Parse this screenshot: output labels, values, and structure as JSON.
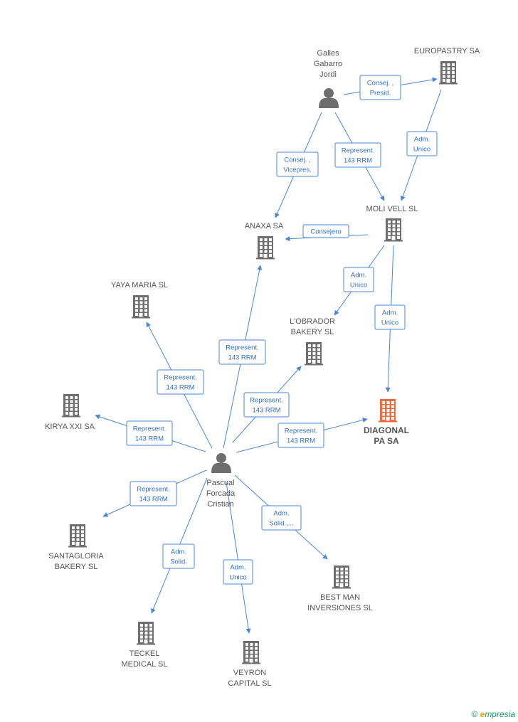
{
  "colors": {
    "edge": "#4a86d8",
    "company": "#6e6e6e",
    "target": "#f26b3a",
    "person": "#6e6e6e"
  },
  "nodes": [
    {
      "id": "galles",
      "type": "person",
      "lines": [
        "Galles",
        "Gabarro",
        "Jordi"
      ]
    },
    {
      "id": "europastry",
      "type": "company",
      "lines": [
        "EUROPASTRY SA"
      ]
    },
    {
      "id": "molivell",
      "type": "company",
      "lines": [
        "MOLI VELL SL"
      ]
    },
    {
      "id": "anaxa",
      "type": "company",
      "lines": [
        "ANAXA SA"
      ]
    },
    {
      "id": "yaya",
      "type": "company",
      "lines": [
        "YAYA MARIA SL"
      ]
    },
    {
      "id": "lobrador",
      "type": "company",
      "lines": [
        "L'OBRADOR",
        "BAKERY  SL"
      ]
    },
    {
      "id": "diagonal",
      "type": "target",
      "lines": [
        "DIAGONAL",
        "PA SA"
      ]
    },
    {
      "id": "kirya",
      "type": "company",
      "lines": [
        "KIRYA XXI SA"
      ]
    },
    {
      "id": "pascual",
      "type": "person",
      "lines": [
        "Pascual",
        "Forcada",
        "Cristian"
      ]
    },
    {
      "id": "santagloria",
      "type": "company",
      "lines": [
        "SANTAGLORIA",
        "BAKERY  SL"
      ]
    },
    {
      "id": "bestman",
      "type": "company",
      "lines": [
        "BEST MAN",
        "INVERSIONES SL"
      ]
    },
    {
      "id": "teckel",
      "type": "company",
      "lines": [
        "TECKEL",
        "MEDICAL SL"
      ]
    },
    {
      "id": "veyron",
      "type": "company",
      "lines": [
        "VEYRON",
        "CAPITAL SL"
      ]
    }
  ],
  "edges": [
    {
      "from": "galles",
      "to": "europastry",
      "label": [
        "Consej. ,",
        "Presid."
      ]
    },
    {
      "from": "europastry",
      "to": "molivell",
      "label": [
        "Adm.",
        "Unico"
      ]
    },
    {
      "from": "galles",
      "to": "molivell",
      "label": [
        "Represent.",
        "143 RRM"
      ]
    },
    {
      "from": "galles",
      "to": "anaxa",
      "label": [
        "Consej. ,",
        "Vicepres."
      ]
    },
    {
      "from": "molivell",
      "to": "anaxa",
      "label": [
        "Consejero"
      ]
    },
    {
      "from": "molivell",
      "to": "lobrador",
      "label": [
        "Adm.",
        "Unico"
      ]
    },
    {
      "from": "molivell",
      "to": "diagonal",
      "label": [
        "Adm.",
        "Unico"
      ]
    },
    {
      "from": "pascual",
      "to": "anaxa",
      "label": [
        "Represent.",
        "143 RRM"
      ]
    },
    {
      "from": "pascual",
      "to": "yaya",
      "label": [
        "Represent.",
        "143 RRM"
      ]
    },
    {
      "from": "pascual",
      "to": "lobrador",
      "label": [
        "Represent.",
        "143 RRM"
      ]
    },
    {
      "from": "pascual",
      "to": "kirya",
      "label": [
        "Represent.",
        "143 RRM"
      ]
    },
    {
      "from": "pascual",
      "to": "diagonal",
      "label": [
        "Represent.",
        "143 RRM"
      ]
    },
    {
      "from": "pascual",
      "to": "santagloria",
      "label": [
        "Represent.",
        "143 RRM"
      ]
    },
    {
      "from": "pascual",
      "to": "bestman",
      "label": [
        "Adm.",
        "Solid.,..."
      ]
    },
    {
      "from": "pascual",
      "to": "teckel",
      "label": [
        "Adm.",
        "Solid."
      ]
    },
    {
      "from": "pascual",
      "to": "veyron",
      "label": [
        "Adm.",
        "Unico"
      ]
    }
  ],
  "brand": {
    "copyright": "©",
    "e": "e",
    "name": "mpresia"
  }
}
